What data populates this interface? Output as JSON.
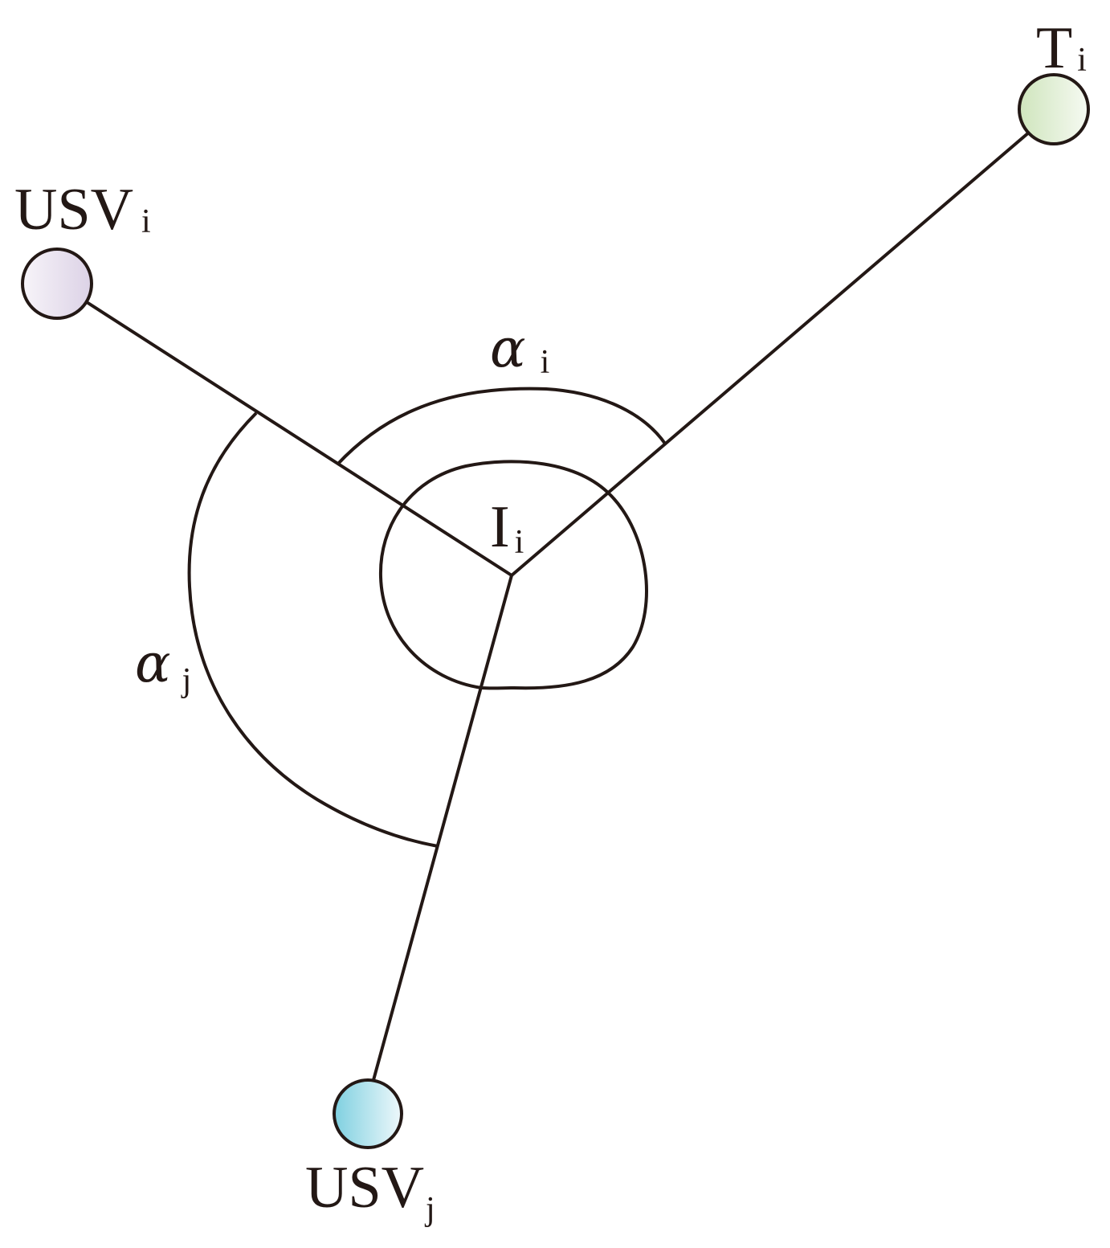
{
  "colors": {
    "stroke": "#231815",
    "usv_i_fill": "#e4dcea",
    "usv_j_fill": "#a9dfe9",
    "target_fill": "#d7e9c6",
    "background": "#ffffff"
  },
  "nodes": {
    "usv_i": {
      "label": "USV",
      "sub": "i"
    },
    "usv_j": {
      "label": "USV",
      "sub": "j"
    },
    "target": {
      "label": "T",
      "sub": "i"
    },
    "intersection": {
      "label": "I",
      "sub": "i"
    }
  },
  "angles": {
    "alpha_i": {
      "symbol": "α",
      "sub": "i"
    },
    "alpha_j": {
      "symbol": "α",
      "sub": "j"
    }
  }
}
